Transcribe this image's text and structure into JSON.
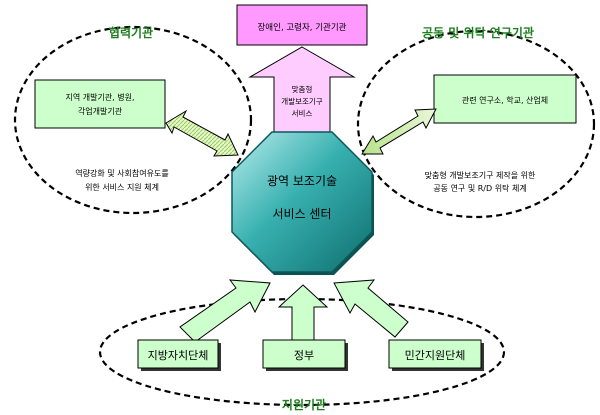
{
  "top": {
    "box_text": "장애인, 고령자, 기관기관",
    "arrow_text": [
      "맞춤형",
      "개발보조기구",
      "서비스"
    ]
  },
  "left": {
    "title": "협력기관",
    "box_lines": [
      "지역 개발기관, 병원,",
      "각업개발기관"
    ],
    "caption_lines": [
      "역량강화 및 사회참여유도를",
      "위한 서비스 지원 체계"
    ]
  },
  "right": {
    "title": "공동 및 위탁 연구기관",
    "box_text": "관련 연구소, 학교, 산업체",
    "caption_lines": [
      "맞춤형 개발보조기구 제작을 위한",
      "공동 연구 및 R/D 위탁 체계"
    ]
  },
  "center": {
    "line1": "광역 보조기술",
    "line2": "서비스 센터"
  },
  "bottom": {
    "title": "지원기관",
    "boxes": [
      "지방자치단체",
      "정부",
      "민간지원단체"
    ]
  },
  "colors": {
    "green_text": "#1e7e1e",
    "box_fill": "#ccffcc",
    "pink": "#ff99ff",
    "pink_light": "#ffccff",
    "teal": "#2aa3a3",
    "arrow_green": "#ccffcc"
  }
}
